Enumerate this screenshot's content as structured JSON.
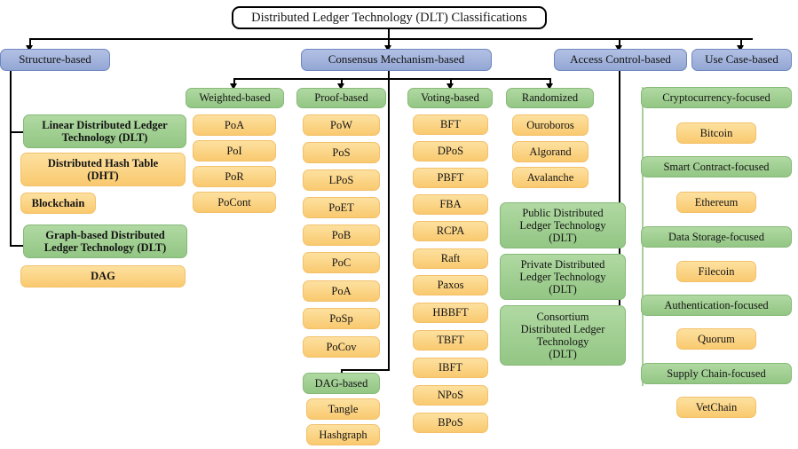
{
  "diagram": {
    "title": "Distributed Ledger Technology (DLT) Classifications",
    "colors": {
      "root_fill": "#ffffff",
      "root_border": "#000000",
      "level1_fill": "#9fb2dc",
      "level1_border": "#6d86c0",
      "category_fill": "#9ccc8f",
      "category_border": "#86b978",
      "leaf_fill": "#fbd786",
      "leaf_border": "#f3c069",
      "connector": "#000000",
      "soft_connector": "#a9cf9a"
    },
    "level1": {
      "structure": "Structure-based",
      "consensus": "Consensus Mechanism-based",
      "access": "Access Control-based",
      "usecase": "Use Case-based"
    },
    "structure_branch": {
      "linear_dlt": "Linear Distributed Ledger\nTechnology (DLT)",
      "dht": "Distributed Hash Table\n(DHT)",
      "blockchain": "Blockchain",
      "graph_dlt": "Graph-based Distributed\nLedger Technology (DLT)",
      "dag": "DAG"
    },
    "consensus_branch": {
      "weighted": {
        "label": "Weighted-based",
        "items": [
          "PoA",
          "PoI",
          "PoR",
          "PoCont"
        ]
      },
      "proof": {
        "label": "Proof-based",
        "items": [
          "PoW",
          "PoS",
          "LPoS",
          "PoET",
          "PoB",
          "PoC",
          "PoA",
          "PoSp",
          "PoCov"
        ]
      },
      "voting": {
        "label": "Voting-based",
        "items": [
          "BFT",
          "DPoS",
          "PBFT",
          "FBA",
          "RCPA",
          "Raft",
          "Paxos",
          "HBBFT",
          "TBFT",
          "IBFT",
          "NPoS",
          "BPoS"
        ]
      },
      "randomized": {
        "label": "Randomized",
        "items": [
          "Ouroboros",
          "Algorand",
          "Avalanche"
        ]
      },
      "dag_based": {
        "label": "DAG-based",
        "items": [
          "Tangle",
          "Hashgraph"
        ]
      }
    },
    "access_branch": {
      "items": [
        "Public Distributed\nLedger Technology\n(DLT)",
        "Private Distributed\nLedger Technology\n(DLT)",
        "Consortium\nDistributed Ledger\nTechnology\n(DLT)"
      ]
    },
    "usecase_branch": {
      "groups": [
        {
          "label": "Cryptocurrency-focused",
          "example": "Bitcoin"
        },
        {
          "label": "Smart Contract-focused",
          "example": "Ethereum"
        },
        {
          "label": "Data Storage-focused",
          "example": "Filecoin"
        },
        {
          "label": "Authentication-focused",
          "example": "Quorum"
        },
        {
          "label": "Supply Chain-focused",
          "example": "VetChain"
        }
      ]
    }
  }
}
